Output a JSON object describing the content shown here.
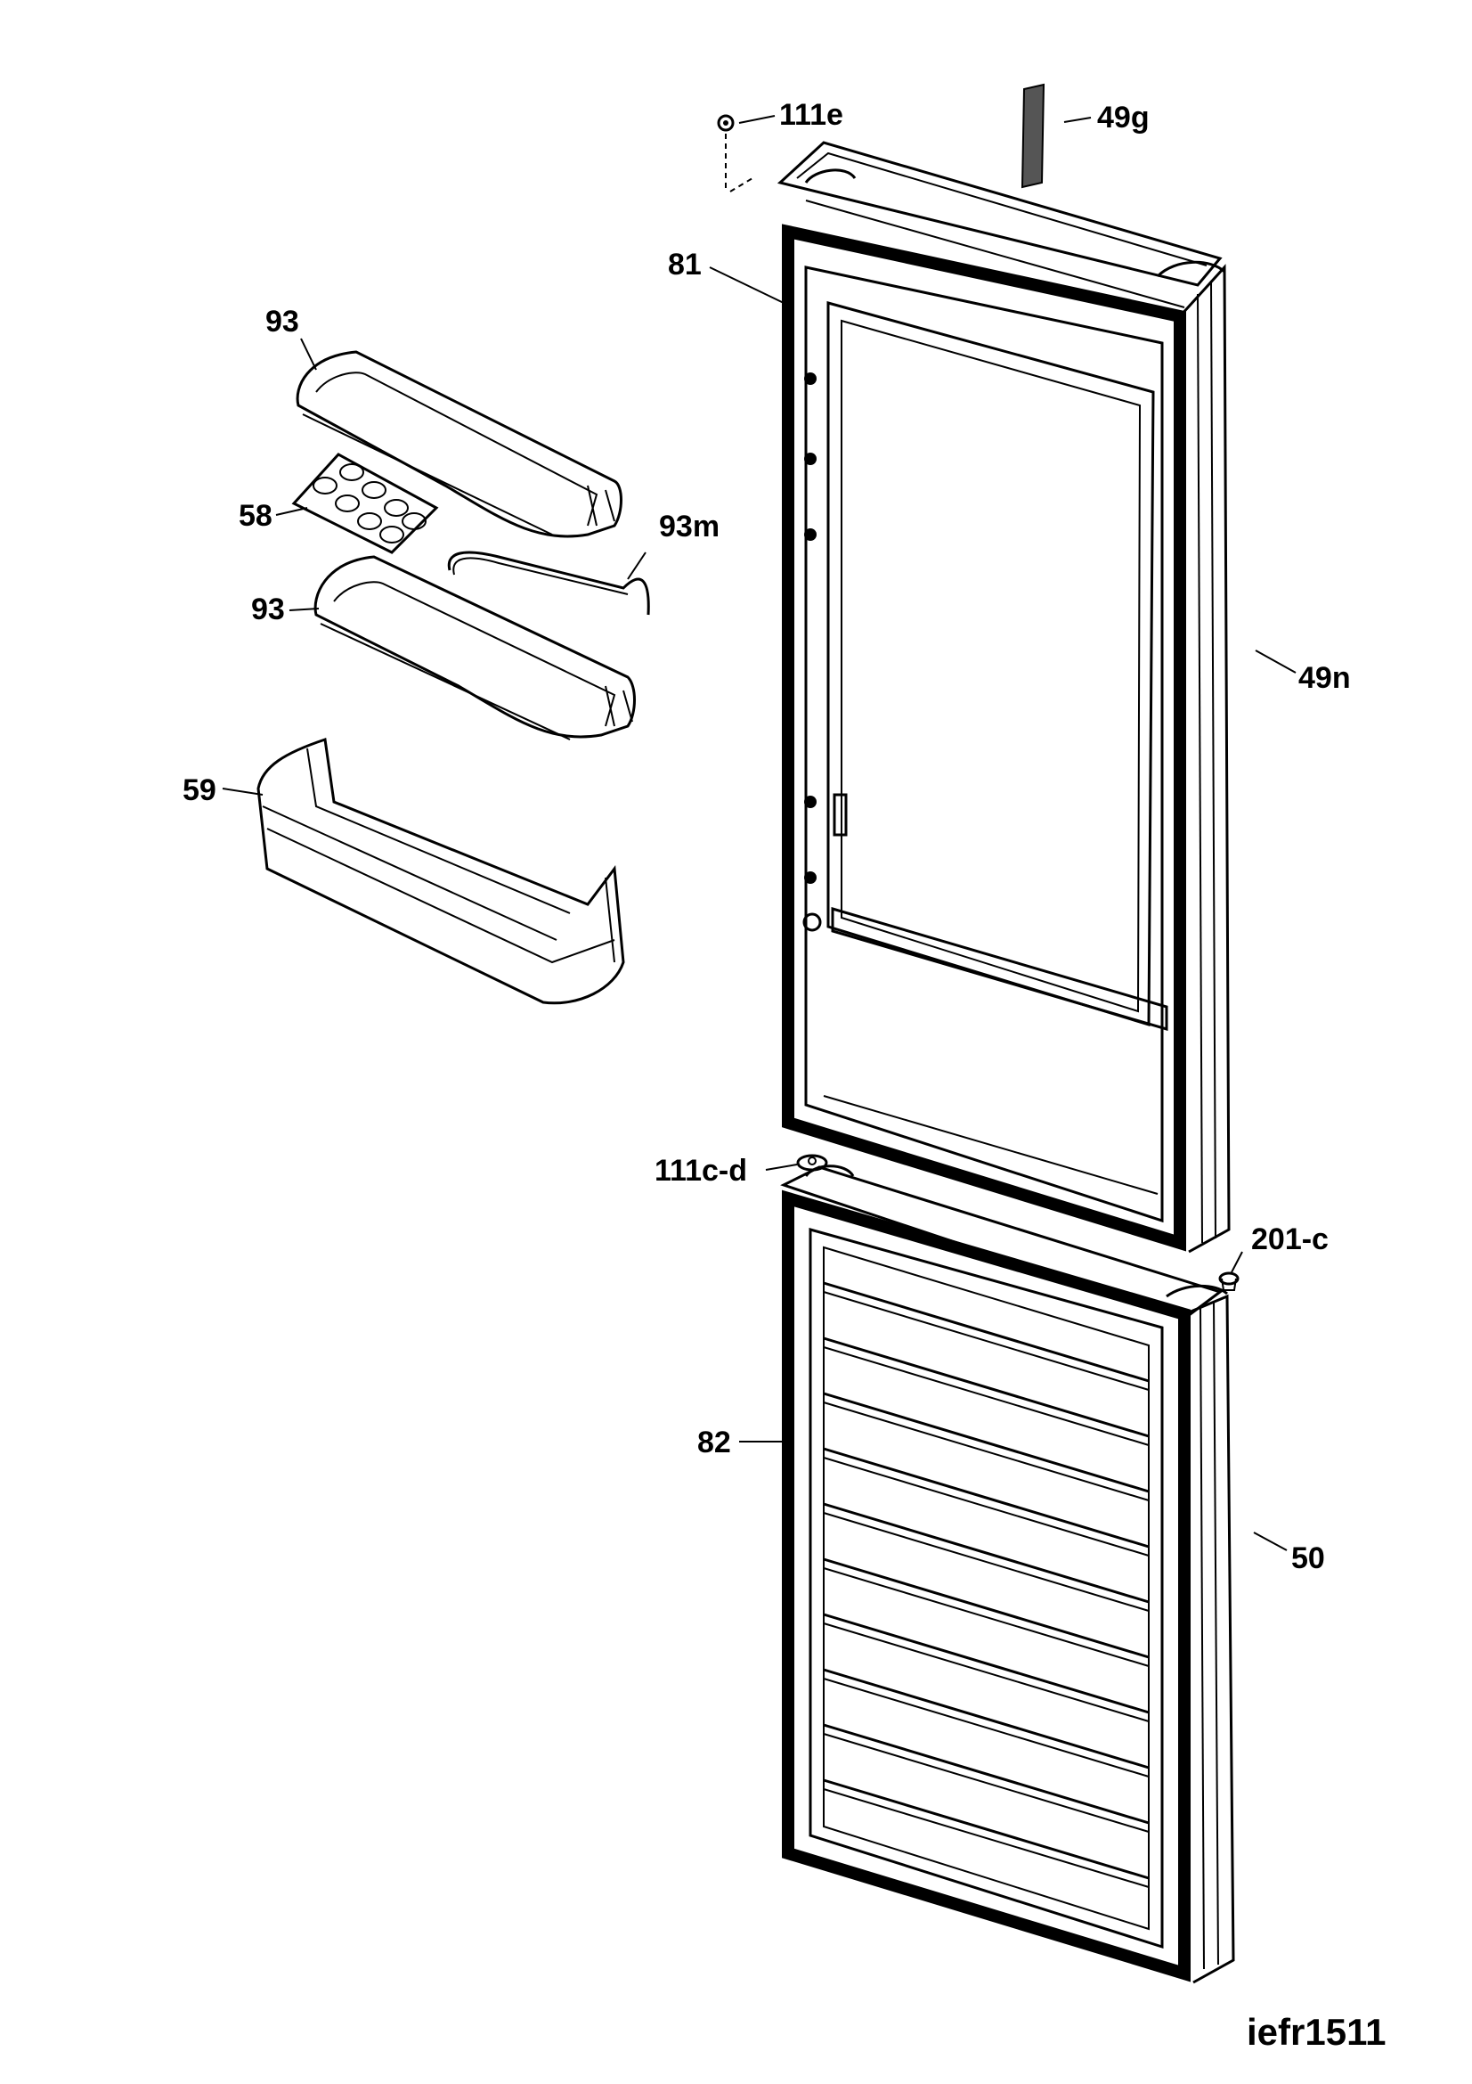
{
  "labels": {
    "p111e": "111e",
    "p49g": "49g",
    "p81": "81",
    "p93_top": "93",
    "p58": "58",
    "p93m": "93m",
    "p93_mid": "93",
    "p49n": "49n",
    "p59": "59",
    "p111cd": "111c-d",
    "p201c": "201-c",
    "p82": "82",
    "p50": "50"
  },
  "reference": "iefr1511"
}
